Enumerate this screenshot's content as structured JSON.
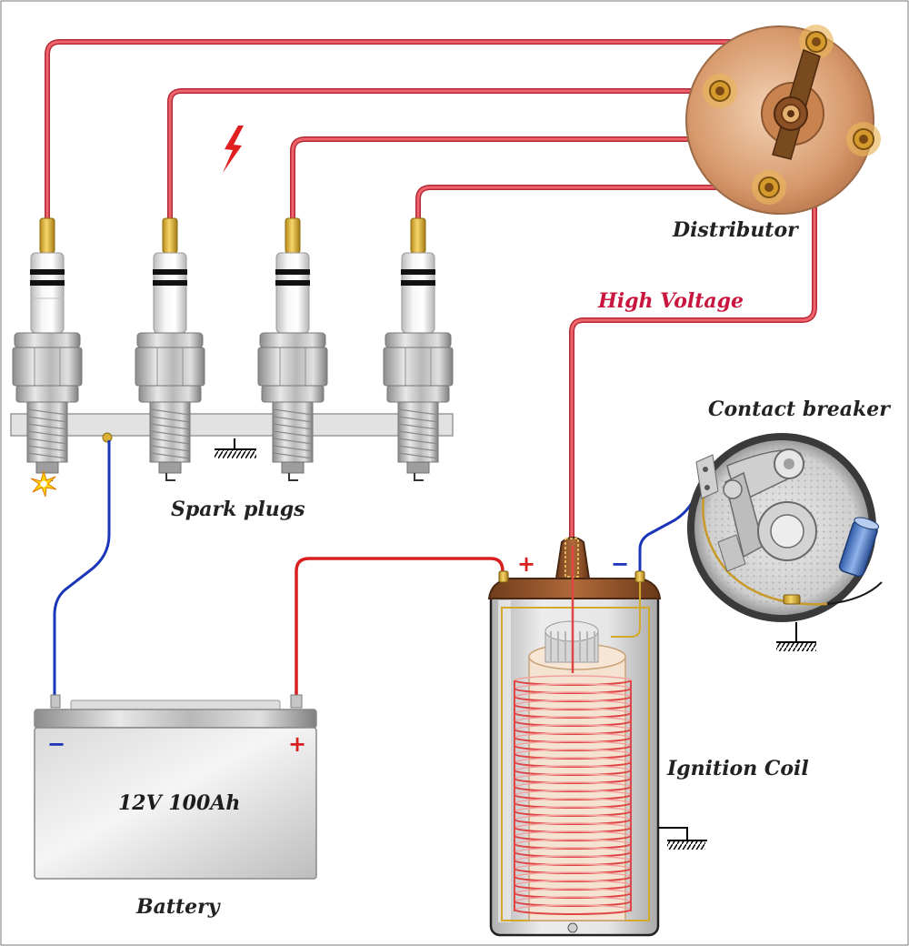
{
  "labels": {
    "distributor": "Distributor",
    "high_voltage": "High Voltage",
    "contact_breaker": "Contact breaker",
    "spark_plugs": "Spark plugs",
    "ignition_coil": "Ignition Coil",
    "battery": "Battery",
    "battery_rating": "12V  100Ah"
  },
  "terminals": {
    "plus": "+",
    "minus": "−"
  },
  "colors": {
    "high_voltage_wire": "#e8434f",
    "low_voltage_wire": "#e02020",
    "ground_wire": "#1a35b8",
    "coil_copper": "#e04545",
    "distributor_cap": "#c8865a",
    "label_accent": "#c8163e"
  }
}
